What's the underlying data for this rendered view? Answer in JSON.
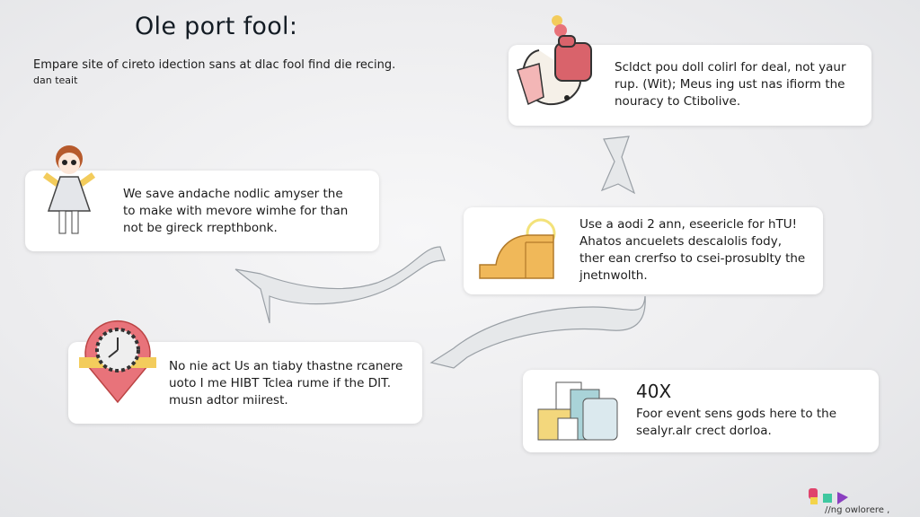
{
  "title": "Ole port fool:",
  "subtitle": {
    "line1": "Empare site of cireto idection sans at dlac fool find die recing.",
    "line2": "dan teait"
  },
  "cards": [
    {
      "lines": [
        "Scldct pou doll colirl for deal, not yaur",
        "rup. (Wit); Meus ing ust nas ifiorm the",
        "nouracy to Ctibolive."
      ],
      "icon": "hand-cake-icon"
    },
    {
      "lines": [
        "We save andache nodlic amyser the",
        "to make with mevore wimhe for than",
        "not be gireck rrepthbonk."
      ],
      "icon": "girl-character-icon"
    },
    {
      "lines": [
        "Use a aodi 2 ann, eseericle for hTU!",
        "Ahatos ancuelets descalolis fody,",
        "ther ean crerfso to csei-prosublty the",
        "jnetnwolth."
      ],
      "icon": "box-stairs-icon"
    },
    {
      "lines": [
        "No nie act Us an tiaby thastne rcanere",
        "uoto I me HIBT Tclea rume if the DIT.",
        "musn adtor miirest."
      ],
      "icon": "clock-pin-icon"
    },
    {
      "heading": "40X",
      "lines": [
        "Foor event sens gods here to the",
        "sealyr.alr crect dorloa."
      ],
      "icon": "devices-icon"
    }
  ],
  "logo": {
    "text": "//ng owlorere ,"
  },
  "colors": {
    "accent_red": "#e8737a",
    "accent_yellow": "#f3cc5c",
    "teal": "#a9d3d8"
  }
}
